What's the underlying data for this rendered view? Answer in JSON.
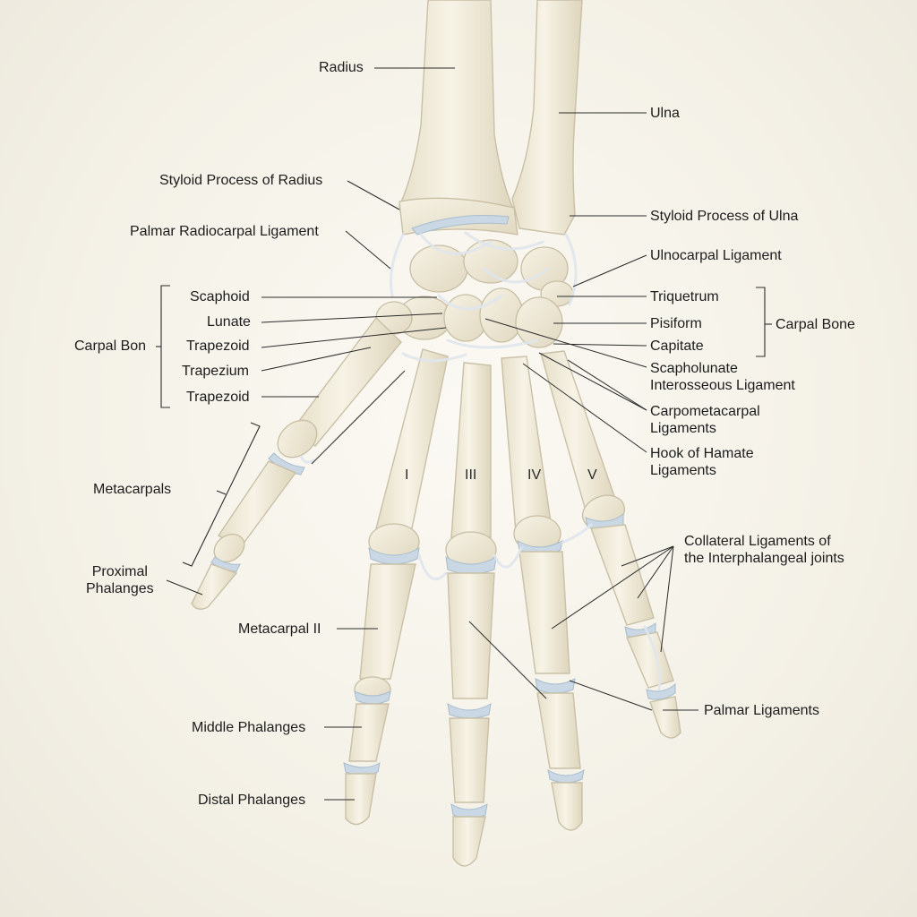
{
  "labels": {
    "radius": "Radius",
    "ulna": "Ulna",
    "styloid_radius": "Styloid Process of Radius",
    "styloid_ulna": "Styloid Process of Ulna",
    "palmar_radiocarpal": "Palmar Radiocarpal Ligament",
    "ulnocarpal": "Ulnocarpal Ligament",
    "scaphoid": "Scaphoid",
    "lunate": "Lunate",
    "trapezoid_1": "Trapezoid",
    "trapezium": "Trapezium",
    "trapezoid_2": "Trapezoid",
    "carpal_left": "Carpal Bon",
    "triquetrum": "Triquetrum",
    "pisiform": "Pisiform",
    "capitate": "Capitate",
    "carpal_right": "Carpal Bone",
    "scapholunate": "Scapholunate\nInterosseous Ligament",
    "carpometacarpal": "Carpometacarpal\nLigaments",
    "hook_hamate": "Hook of Hamate\nLigaments",
    "metacarpals": "Metacarpals",
    "proximal_phalanges": "Proximal\nPhalanges",
    "metacarpal_ii": "Metacarpal II",
    "middle_phalanges": "Middle Phalanges",
    "distal_phalanges": "Distal Phalanges",
    "collateral": "Collateral Ligaments of\nthe Interphalangeal joints",
    "palmar_ligaments": "Palmar Ligaments"
  },
  "numerals": {
    "n1": "I",
    "n3": "III",
    "n4": "IV",
    "n5": "V"
  }
}
